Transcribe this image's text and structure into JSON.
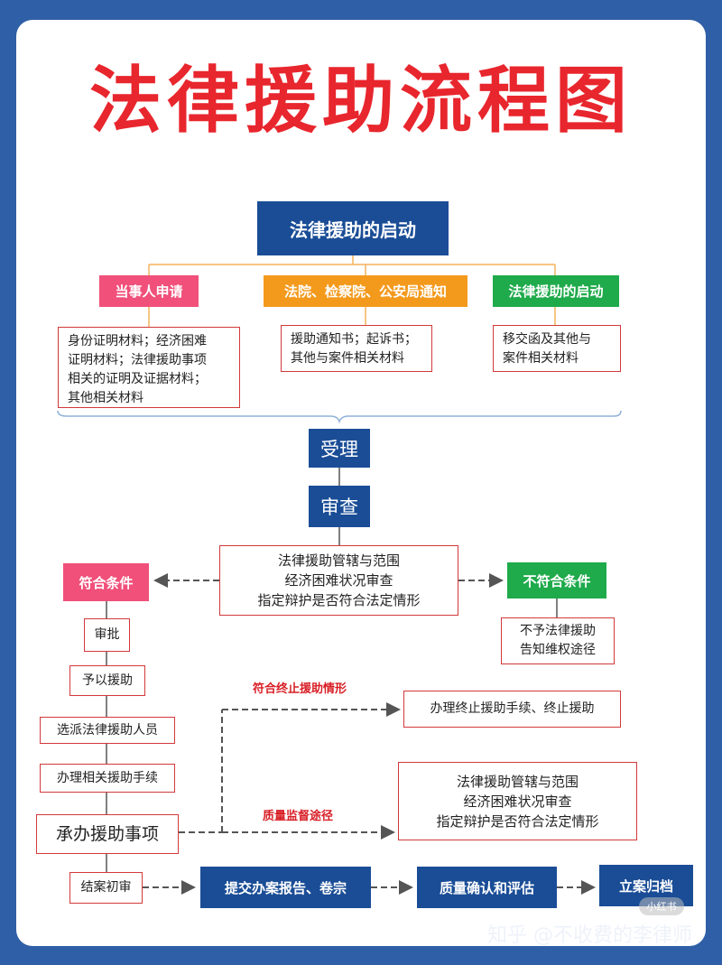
{
  "title": "法律援助流程图",
  "start": {
    "label": "法律援助的启动",
    "branches": [
      {
        "label": "当事人申请",
        "materials": [
          "身份证明材料；经济困难",
          "证明材料；法律援助事项",
          "相关的证明及证据材料；",
          "其他相关材料"
        ]
      },
      {
        "label": "法院、检察院、公安局通知",
        "materials": [
          "援助通知书；起诉书；",
          "其他与案件相关材料"
        ]
      },
      {
        "label": "法律援助的启动",
        "materials": [
          "移交函及其他与",
          "案件相关材料"
        ]
      }
    ]
  },
  "accept": "受理",
  "review": "审查",
  "review_items": [
    "法律援助管辖与范围",
    "经济困难状况审查",
    "指定辩护是否符合法定情形"
  ],
  "eligible": "符合条件",
  "ineligible": "不符合条件",
  "ineligible_result": [
    "不予法律援助",
    "告知维权途径"
  ],
  "steps": [
    "审批",
    "予以援助",
    "选派法律援助人员",
    "办理相关援助手续",
    "承办援助事项",
    "结案初审"
  ],
  "terminate_label": "符合终止援助情形",
  "terminate_result": "办理终止援助手续、终止援助",
  "supervise_label": "质量监督途径",
  "supervise_items": [
    "法律援助管辖与范围",
    "经济困难状况审查",
    "指定辩护是否符合法定情形"
  ],
  "final_steps": [
    "提交办案报告、卷宗",
    "质量确认和评估",
    "立案归档"
  ],
  "watermark": "知乎 @不收费的李律师",
  "stamp": "小红书",
  "colors": {
    "navy": "#1a4d96",
    "red": "#e8262d",
    "pink": "#f0507a",
    "orange": "#f39a1d",
    "green": "#1faa4b",
    "background": "#2f5fa6"
  }
}
